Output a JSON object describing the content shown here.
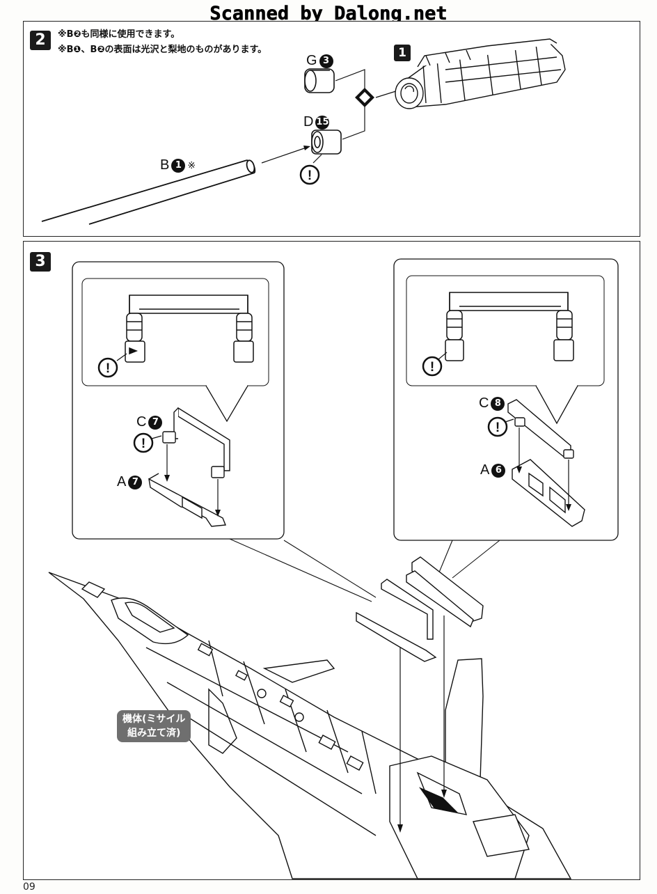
{
  "watermark": "Scanned by Dalong.net",
  "page_number": "09",
  "step2": {
    "number": "2",
    "notes": [
      "※B❷も同様に使用できます。",
      "※B❶、B❷の表面は光沢と梨地のものがあります。"
    ],
    "assembly_badge": "1",
    "parts": [
      {
        "letter": "G",
        "num": "3"
      },
      {
        "letter": "D",
        "num": "15"
      },
      {
        "letter": "B",
        "num": "1",
        "suffix": "※"
      }
    ]
  },
  "step3": {
    "number": "3",
    "left_parts": [
      {
        "letter": "C",
        "num": "7"
      },
      {
        "letter": "A",
        "num": "7"
      }
    ],
    "right_parts": [
      {
        "letter": "C",
        "num": "8"
      },
      {
        "letter": "A",
        "num": "6"
      }
    ],
    "fuselage_badge": [
      "機体(ミサイル",
      "組み立て済)"
    ]
  },
  "caution_symbol": "!"
}
